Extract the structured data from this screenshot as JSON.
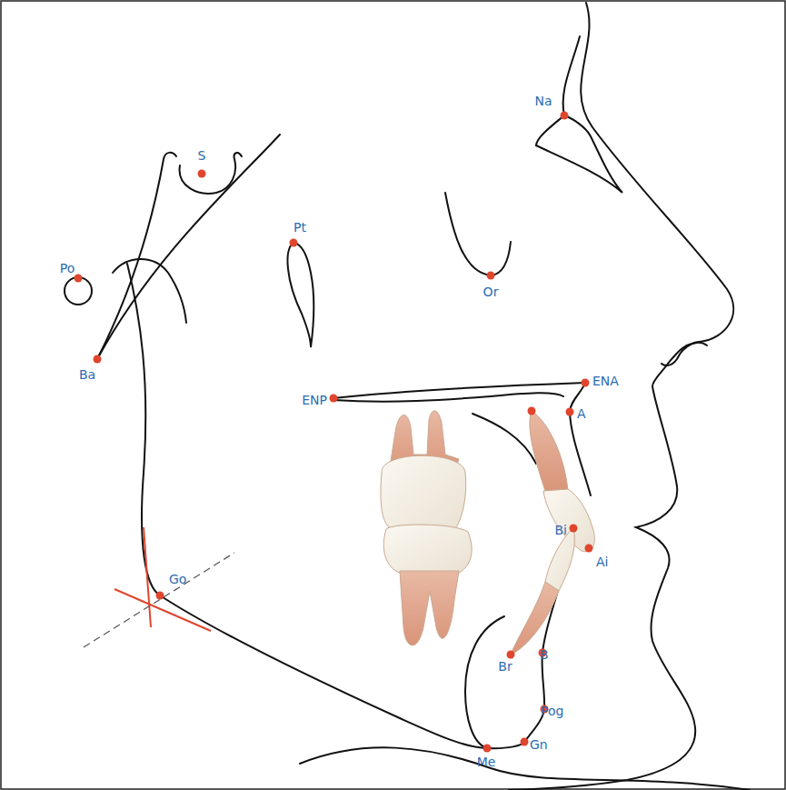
{
  "diagram": {
    "labels": [
      "Na",
      "S",
      "Pt",
      "Po",
      "Or",
      "Ba",
      "ENP",
      "ENA",
      "A",
      "Bi",
      "Ai",
      "Go",
      "Br",
      "B",
      "Pog",
      "Gn",
      "Me"
    ]
  }
}
